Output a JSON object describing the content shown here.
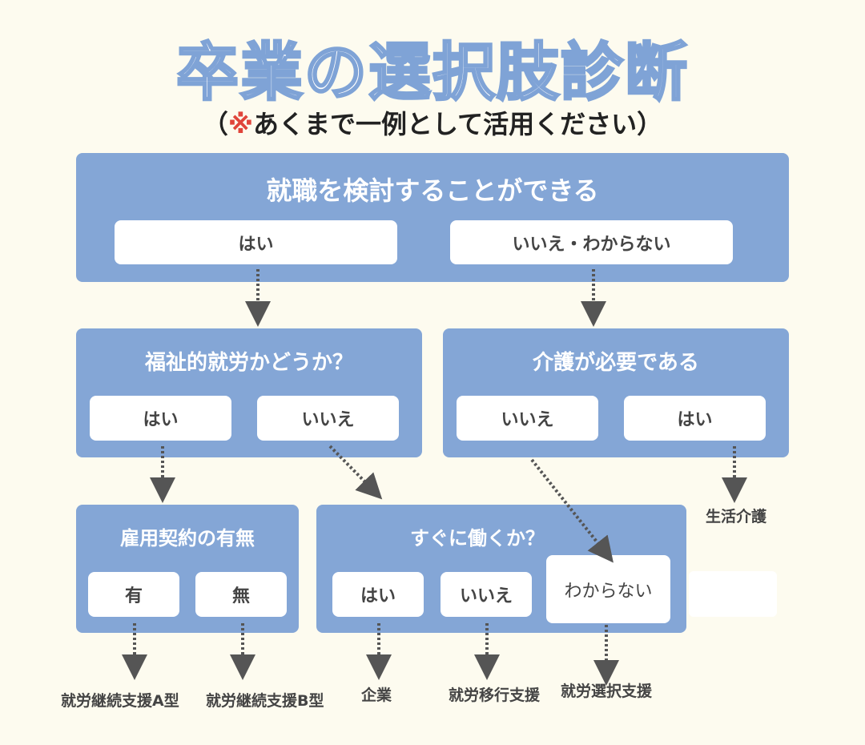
{
  "header": {
    "title": "卒業の選択肢診断",
    "subtitle_open": "（",
    "subtitle_mark": "※",
    "subtitle_text": "あくまで一例として活用ください）"
  },
  "q1": {
    "question": "就職を検討することができる",
    "yes": "はい",
    "no": "いいえ・わからない"
  },
  "q2": {
    "question": "福祉的就労かどうか？",
    "yes": "はい",
    "no": "いいえ"
  },
  "q3": {
    "question": "介護が必要である",
    "no": "いいえ",
    "yes": "はい"
  },
  "q4": {
    "question": "雇用契約の有無",
    "yes": "有",
    "no": "無"
  },
  "q5": {
    "question": "すぐに働くか？",
    "yes": "はい",
    "no": "いいえ",
    "unknown": "わからない"
  },
  "results": {
    "a_type": "就労継続支援A型",
    "b_type": "就労継続支援B型",
    "employment": "企業",
    "transition": "就労移行支援",
    "selection": "就労選択支援",
    "care": "生活介護"
  },
  "colors": {
    "box": "#84a6d6",
    "background": "#fdfbef",
    "arrow": "#555555",
    "accent": "#e0443a"
  }
}
